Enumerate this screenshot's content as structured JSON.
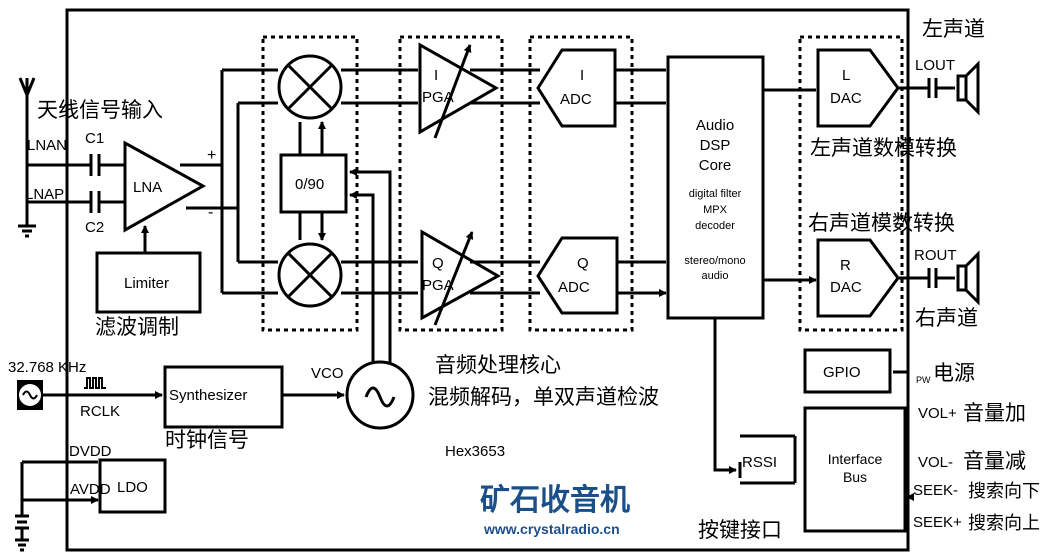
{
  "chip": {
    "name": "Hex3653"
  },
  "blocks": {
    "lna": "LNA",
    "limiter": "Limiter",
    "phase": "0/90",
    "i_pga": [
      "I",
      "PGA"
    ],
    "q_pga": [
      "Q",
      "PGA"
    ],
    "i_adc": [
      "I",
      "ADC"
    ],
    "q_adc": [
      "Q",
      "ADC"
    ],
    "dsp": [
      "Audio",
      "DSP",
      "Core"
    ],
    "dsp_sub": [
      "digital filter",
      "MPX",
      "decoder"
    ],
    "dsp_sub2": [
      "stereo/mono",
      "audio"
    ],
    "l_dac": [
      "L",
      "DAC"
    ],
    "r_dac": [
      "R",
      "DAC"
    ],
    "synth": "Synthesizer",
    "vco": "VCO",
    "ldo": "LDO",
    "gpio": "GPIO",
    "rssi": "RSSI",
    "bus": [
      "Interface",
      "Bus"
    ]
  },
  "pins": {
    "lnan": "LNAN",
    "lnap": "LNAP",
    "c1": "C1",
    "c2": "C2",
    "plus": "+",
    "minus": "-",
    "xtal": "32.768 KHz",
    "rclk": "RCLK",
    "dvdd": "DVDD",
    "avdd": "AVDD",
    "lout": "LOUT",
    "rout": "ROUT",
    "pw": "PW",
    "volp": "VOL+",
    "volm": "VOL-",
    "seekm": "SEEK-",
    "seekp": "SEEK+"
  },
  "annotations": {
    "antenna_in": "天线信号输入",
    "filter": "滤波调制",
    "clock": "时钟信号",
    "audio_core": "音频处理核心",
    "audio_core_desc": "混频解码，单双声道检波",
    "left_ch": "左声道",
    "left_dac": "左声道数模转换",
    "right_dac": "右声道模数转换",
    "right_ch": "右声道",
    "power": "电源",
    "vol_up": "音量加",
    "vol_down": "音量减",
    "seek_down": "搜索向下",
    "seek_up": "搜索向上",
    "keys": "按键接口"
  },
  "watermark": {
    "title": "矿石收音机",
    "url": "www.crystalradio.cn"
  },
  "colors": {
    "line": "#000000",
    "watermark": "#1b4f8a"
  }
}
